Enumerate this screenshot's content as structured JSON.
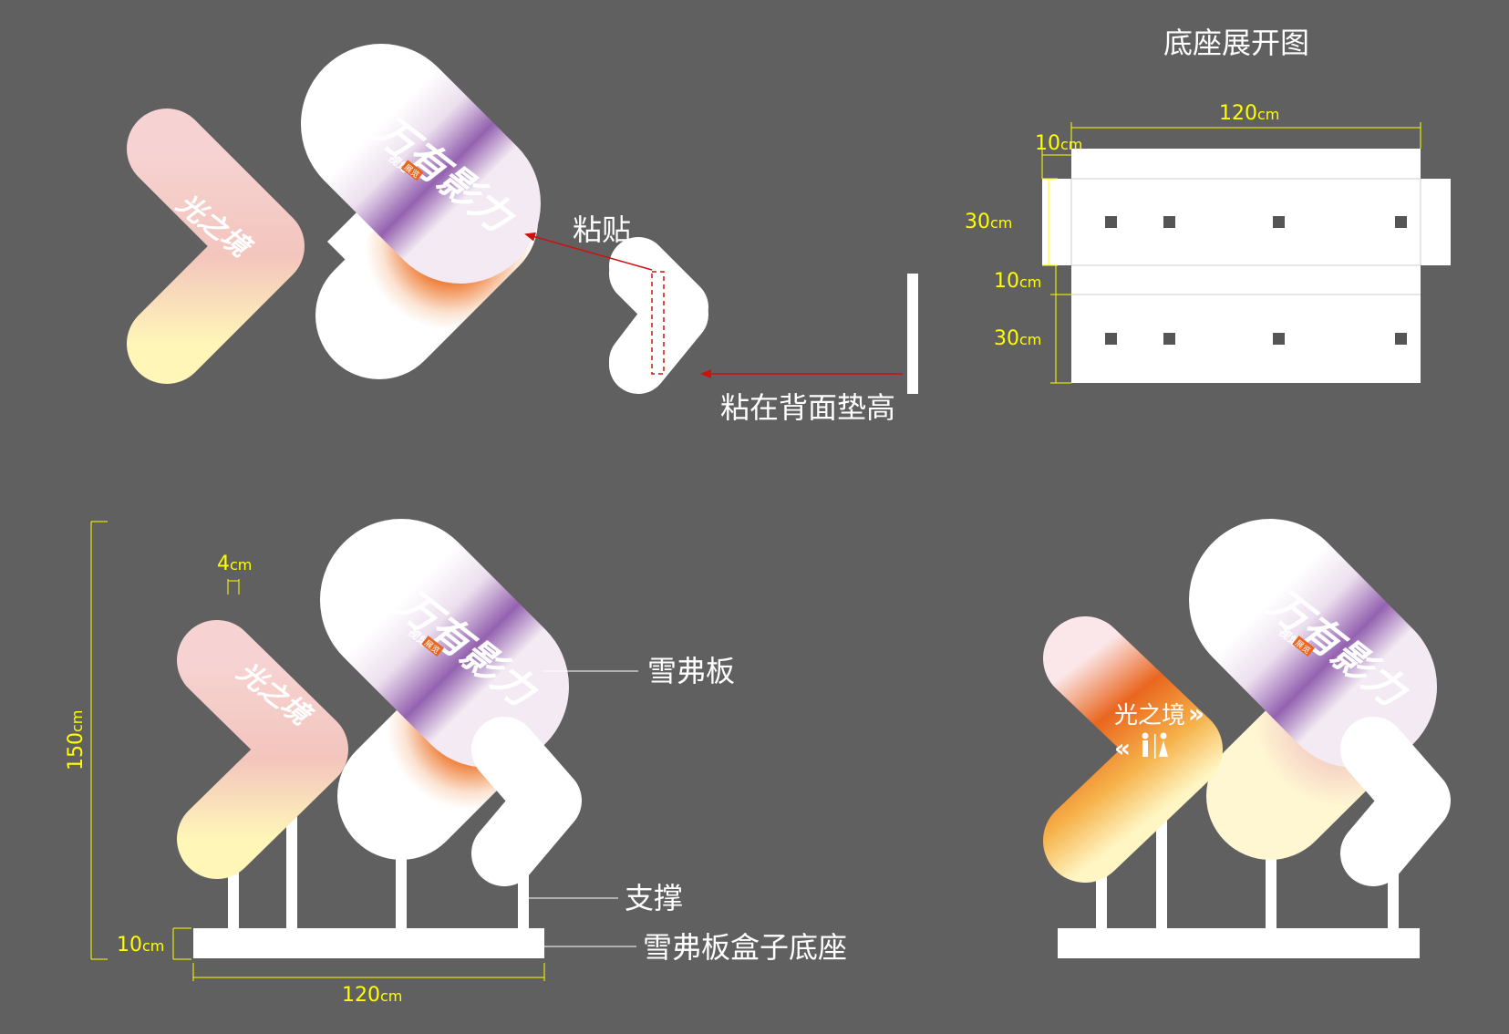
{
  "background": "#606060",
  "colors": {
    "board": "#ffffff",
    "dimension": "#ffff00",
    "arrow": "#cc1111",
    "orange": "#e9661f",
    "purple": "#8a56a8",
    "pink": "#f2c6c2",
    "yellow": "#fff5b8"
  },
  "unfold": {
    "title": "底座展开图",
    "dims": {
      "width_value": "120",
      "width_unit": "cm",
      "flap_value": "10",
      "flap_unit": "cm",
      "side_value": "30",
      "side_unit": "cm",
      "mid_value": "10",
      "mid_unit": "cm",
      "side2_value": "30",
      "side2_unit": "cm"
    }
  },
  "top": {
    "small_sign_text": "光之境",
    "big_sign_text": "万有影力",
    "big_sign_sub": "视觉",
    "big_sign_badge": "展览",
    "label_paste": "粘贴",
    "label_back": "粘在背面垫高"
  },
  "front": {
    "small_sign_text": "光之境",
    "big_sign_text": "万有影力",
    "big_sign_sub": "视觉",
    "big_sign_badge": "展览",
    "label_board": "雪弗板",
    "label_support": "支撑",
    "label_base": "雪弗板盒子底座",
    "dims": {
      "height_value": "150",
      "height_unit": "cm",
      "thick_value": "4",
      "thick_unit": "cm",
      "base_h_value": "10",
      "base_h_unit": "cm",
      "base_w_value": "120",
      "base_w_unit": "cm"
    }
  },
  "right": {
    "big_sign_text": "万有影力",
    "big_sign_sub": "视觉",
    "big_sign_badge": "展览",
    "orange_sign_text": "光之境",
    "arrow_right_icon": "»",
    "arrow_left_icon": "«"
  }
}
